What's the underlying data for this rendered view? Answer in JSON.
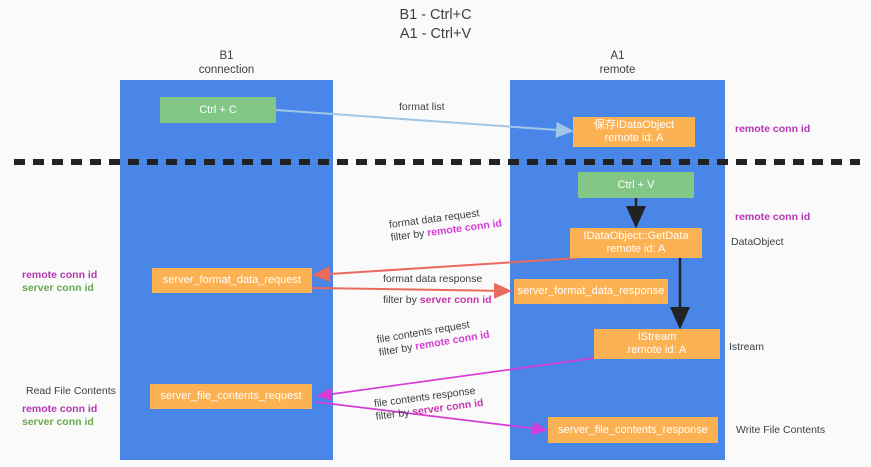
{
  "title": "B1 - Ctrl+C\nA1 - Ctrl+V",
  "lanes": [
    {
      "id": "b1",
      "header": "B1\nconnection",
      "color": "#4a86e8"
    },
    {
      "id": "a1",
      "header": "A1\nremote",
      "color": "#4a86e8"
    }
  ],
  "colors": {
    "lane": "#4a86e8",
    "green": "#82c785",
    "orange": "#fcb152",
    "divider": "#222222",
    "arrow_blue": "#9fc5e8",
    "arrow_black": "#222222",
    "arrow_red": "#ea6a5e",
    "arrow_magenta": "#d63bd6",
    "text": "#3c4043",
    "remote_conn_id": "#b337b3",
    "server_conn_id": "#6aa84f"
  },
  "nodes": [
    {
      "id": "ctrl-c",
      "lane": "b1",
      "line1": "Ctrl + C",
      "line2": "",
      "style": "green"
    },
    {
      "id": "save-idataobject",
      "lane": "a1",
      "line1": "保存IDataObject",
      "line2": "remote id: A",
      "style": "orange"
    },
    {
      "id": "ctrl-v",
      "lane": "a1",
      "line1": "Ctrl + V",
      "line2": "",
      "style": "green"
    },
    {
      "id": "idataobject-getdata",
      "lane": "a1",
      "line1": "IDataObject::GetData",
      "line2": "remote id: A",
      "style": "orange"
    },
    {
      "id": "server-format-data-request",
      "lane": "b1",
      "line1": "server_format_data_request",
      "line2": "",
      "style": "orange"
    },
    {
      "id": "server-format-data-response",
      "lane": "a1",
      "line1": "server_format_data_response",
      "line2": "",
      "style": "orange"
    },
    {
      "id": "istream",
      "lane": "a1",
      "line1": "IStream",
      "line2": "remote id: A",
      "style": "orange"
    },
    {
      "id": "server-file-contents-request",
      "lane": "b1",
      "line1": "server_file_contents_request",
      "line2": "",
      "style": "orange"
    },
    {
      "id": "server-file-contents-response",
      "lane": "a1",
      "line1": "server_file_contents_response",
      "line2": "",
      "style": "orange"
    }
  ],
  "edges": [
    {
      "id": "format-list",
      "label_line1": "format list",
      "label_line2_prefix": "",
      "label_line2_key": "",
      "color": "#9fc5e8"
    },
    {
      "id": "format-data-request",
      "label_line1": "format data request",
      "label_line2_prefix": "filter by ",
      "label_line2_key": "remote conn id",
      "color": "#ea6a5e"
    },
    {
      "id": "format-data-response",
      "label_line1": "format data response",
      "label_line2_prefix": "filter by ",
      "label_line2_key": "server conn id",
      "color": "#ea6a5e"
    },
    {
      "id": "file-contents-request",
      "label_line1": "file contents request",
      "label_line2_prefix": "filter by ",
      "label_line2_key": "remote conn id",
      "color": "#d63bd6"
    },
    {
      "id": "file-contents-response",
      "label_line1": "file contents response",
      "label_line2_prefix": "filter by ",
      "label_line2_key": "server conn id",
      "color": "#d63bd6"
    }
  ],
  "annotations": {
    "right_remote_conn_id_top": "remote conn id",
    "right_remote_conn_id_mid": "remote conn id",
    "right_dataobject": "DataObject",
    "right_istream": "Istream",
    "right_write_file_contents": "Write File Contents",
    "left_read_file_contents": "Read File Contents",
    "left_remote_conn_id_mid": "remote conn id",
    "left_server_conn_id_mid": "server conn id",
    "left_remote_conn_id_bottom": "remote conn id",
    "left_server_conn_id_bottom": "server conn id",
    "filter_by": "filter by "
  }
}
